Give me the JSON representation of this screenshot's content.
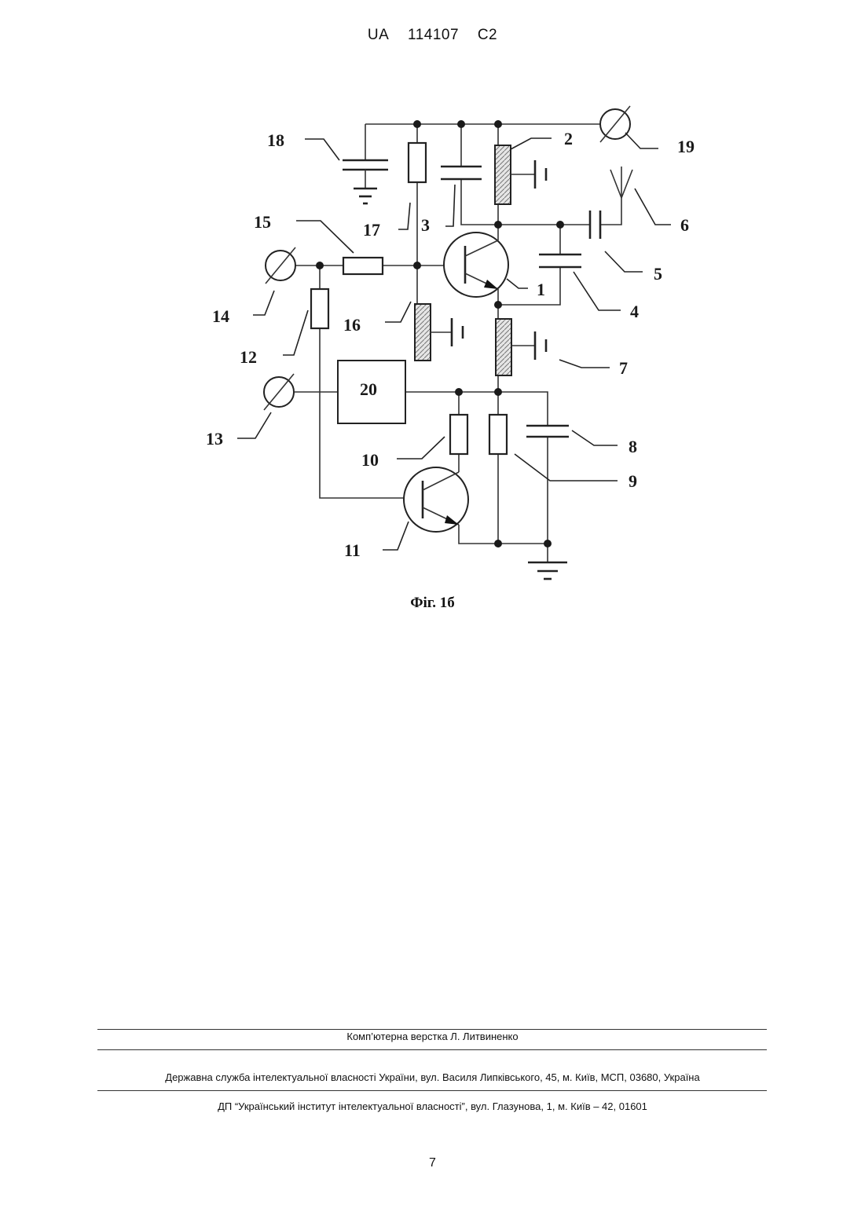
{
  "header": {
    "country": "UA",
    "number": "114107",
    "kind": "C2"
  },
  "figure": {
    "caption": "Фіг. 1б",
    "labels": {
      "l1": "1",
      "l2": "2",
      "l3": "3",
      "l4": "4",
      "l5": "5",
      "l6": "6",
      "l7": "7",
      "l8": "8",
      "l9": "9",
      "l10": "10",
      "l11": "11",
      "l12": "12",
      "l13": "13",
      "l14": "14",
      "l15": "15",
      "l16": "16",
      "l17": "17",
      "l18": "18",
      "l19": "19",
      "l20": "20"
    }
  },
  "footer": {
    "layout_credit": "Комп’ютерна верстка Л. Литвиненко",
    "agency": "Державна служба інтелектуальної власності України, вул. Василя Липківського, 45, м. Київ, МСП, 03680, Україна",
    "institute": "ДП “Український інститут інтелектуальної власності”, вул. Глазунова, 1, м. Київ – 42, 01601"
  },
  "page_number": "7"
}
